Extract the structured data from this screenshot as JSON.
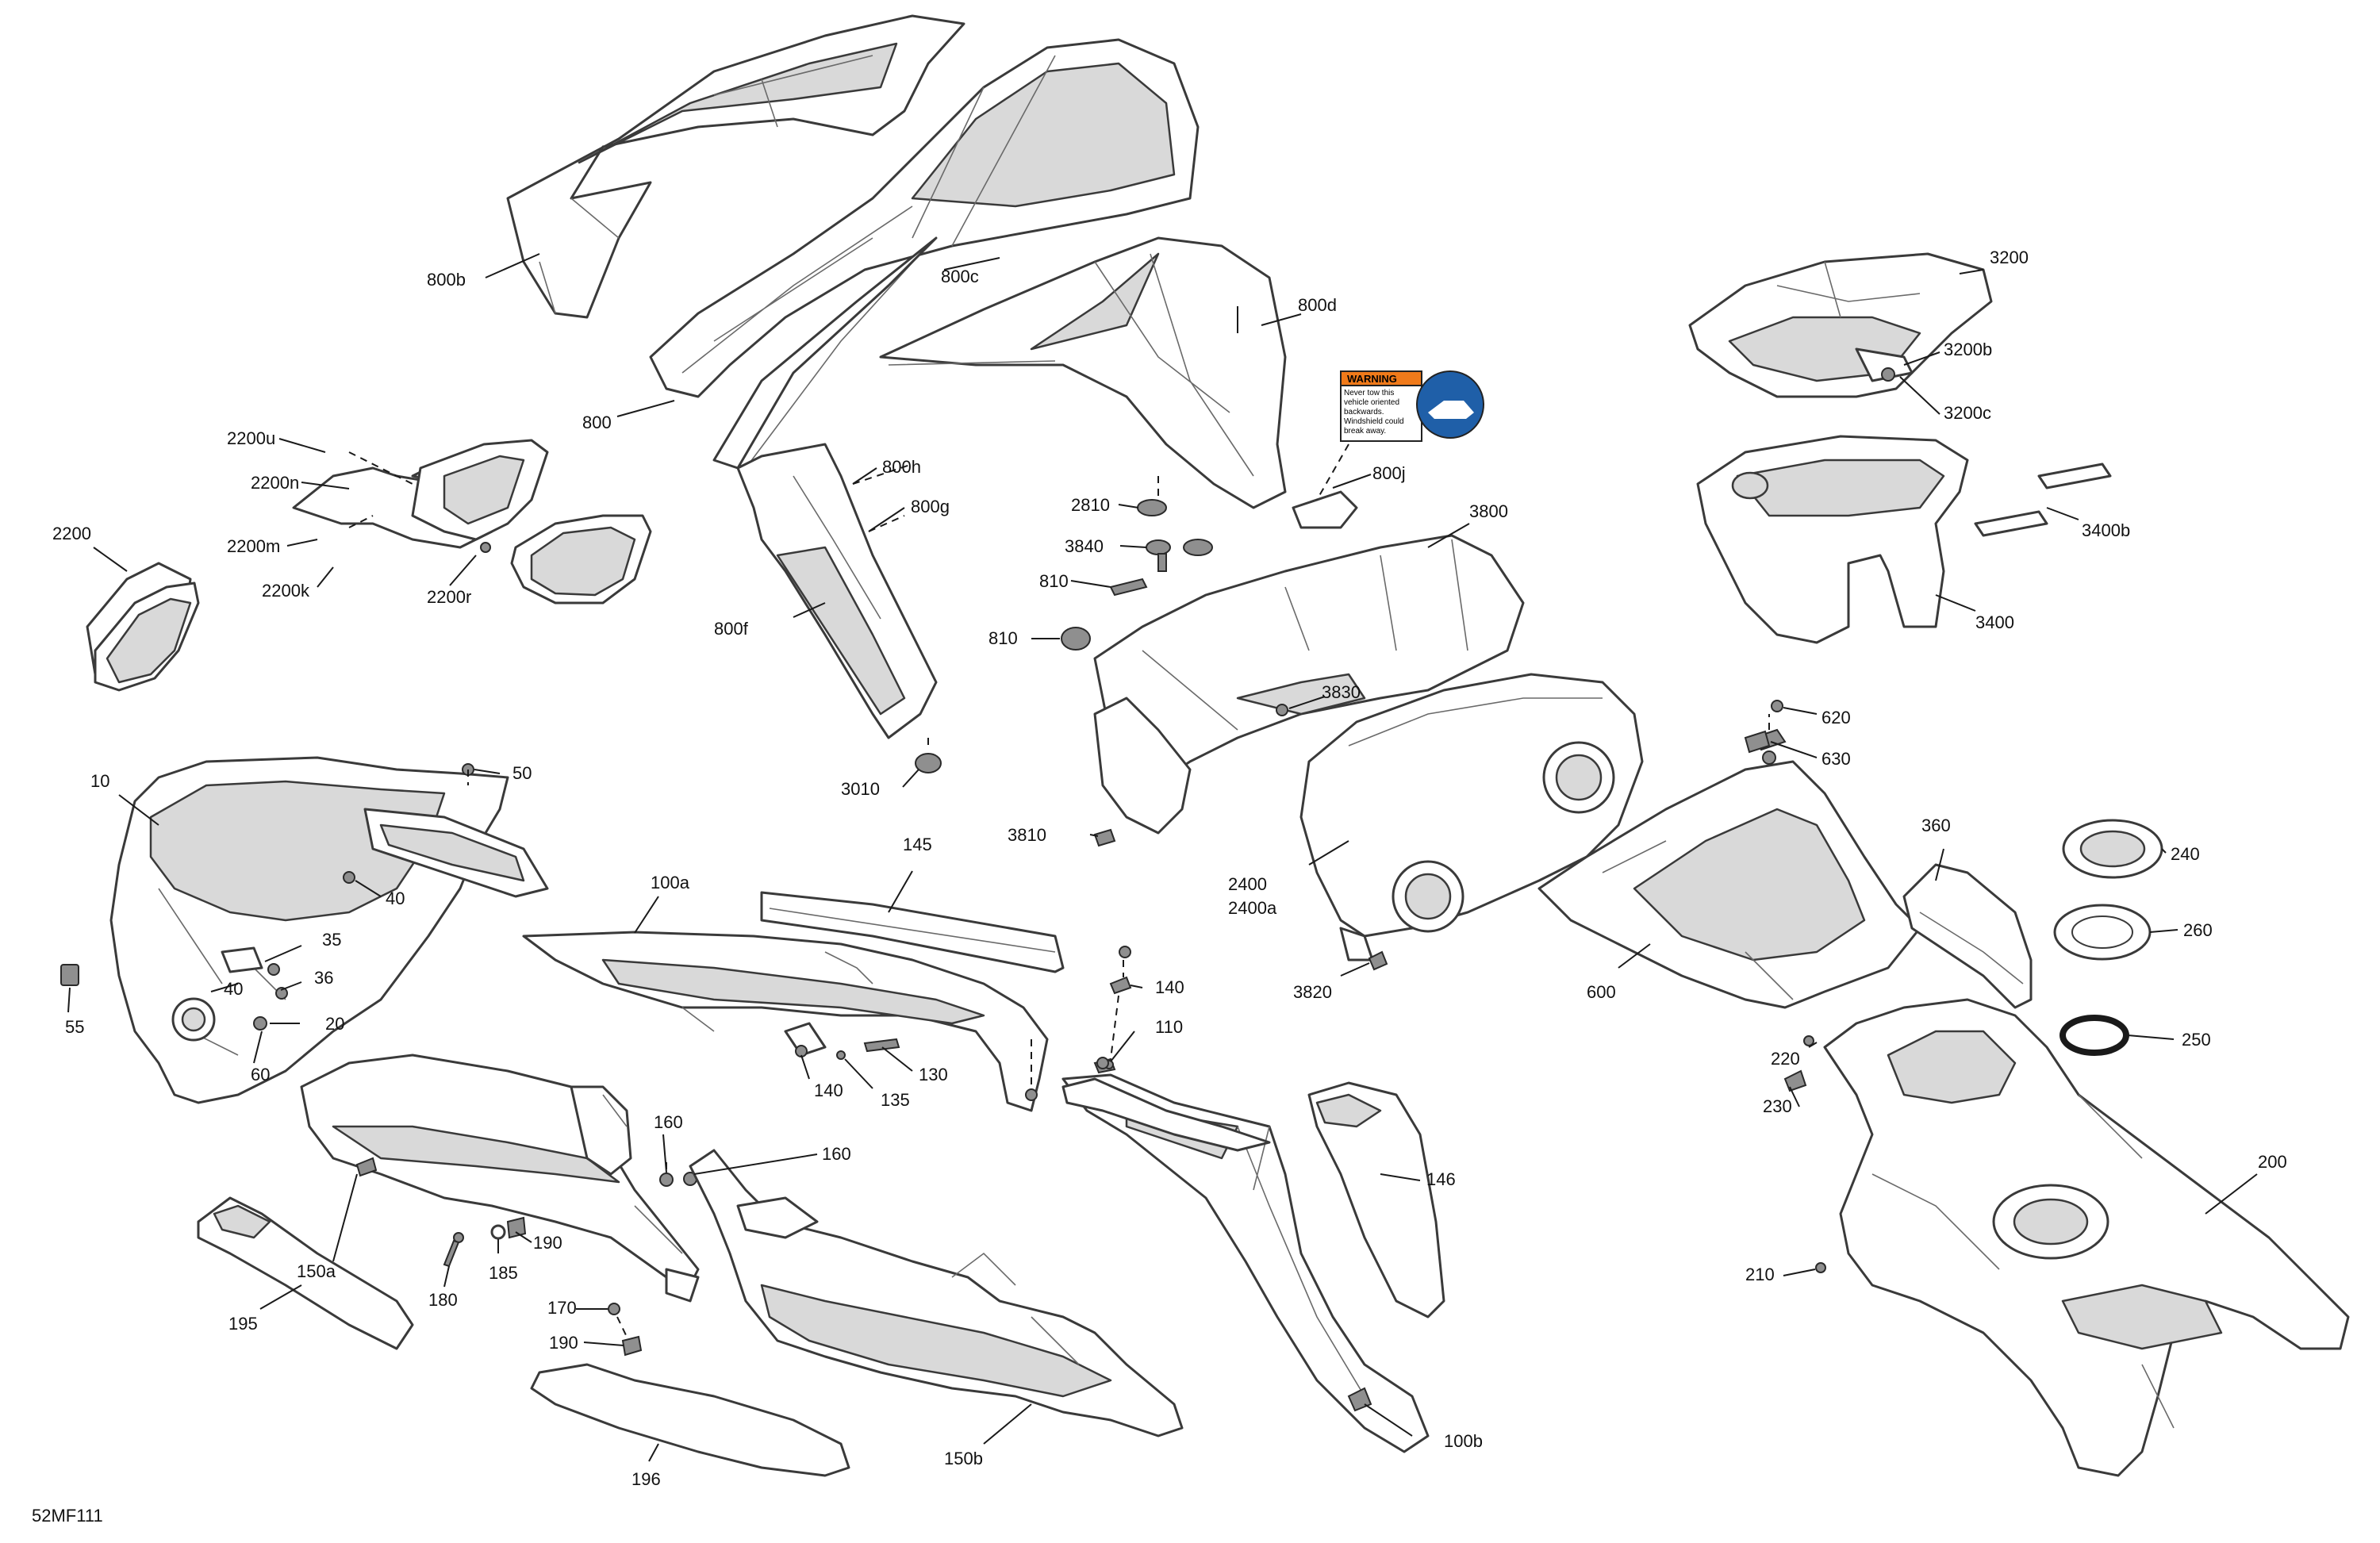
{
  "diagram_ref": "52MF111",
  "warning_label": {
    "heading": "WARNING",
    "line1": "Never tow this",
    "line2": "vehicle oriented",
    "line3": "backwards.",
    "line4": "Windshield could",
    "line5": "break away."
  },
  "callouts": {
    "p800b": "800b",
    "p800c": "800c",
    "p800": "800",
    "p800d": "800d",
    "p800h": "800h",
    "p800g": "800g",
    "p800f": "800f",
    "p800j": "800j",
    "p3010": "3010",
    "p2200u": "2200u",
    "p2200n": "2200n",
    "p2200m": "2200m",
    "p2200k": "2200k",
    "p2200r": "2200r",
    "p2200": "2200",
    "p2810": "2810",
    "p3840": "3840",
    "p810a": "810",
    "p810b": "810",
    "p3800": "3800",
    "p3830": "3830",
    "p3810": "3810",
    "p3200": "3200",
    "p3200b": "3200b",
    "p3200c": "3200c",
    "p3400b": "3400b",
    "p3400": "3400",
    "p620": "620",
    "p630": "630",
    "p2400": "2400",
    "p2400a": "2400a",
    "p3820": "3820",
    "p600": "600",
    "p360": "360",
    "p240": "240",
    "p260": "260",
    "p250": "250",
    "p220": "220",
    "p230": "230",
    "p200": "200",
    "p210": "210",
    "p10": "10",
    "p50": "50",
    "p40a": "40",
    "p35": "35",
    "p36": "36",
    "p40b": "40",
    "p20": "20",
    "p55": "55",
    "p60": "60",
    "p145": "145",
    "p100a": "100a",
    "p140a": "140",
    "p140b": "140",
    "p110": "110",
    "p135": "135",
    "p130": "130",
    "p160a": "160",
    "p160b": "160",
    "p146": "146",
    "p150a": "150a",
    "p190a": "190",
    "p185": "185",
    "p180": "180",
    "p170": "170",
    "p190b": "190",
    "p195": "195",
    "p100b": "100b",
    "p150b": "150b",
    "p196": "196"
  },
  "colors": {
    "line": "#3a3a3a",
    "shade": "#d9d9d9",
    "warning_orange": "#f07a1a",
    "decal_blue": "#1f5fa8"
  }
}
